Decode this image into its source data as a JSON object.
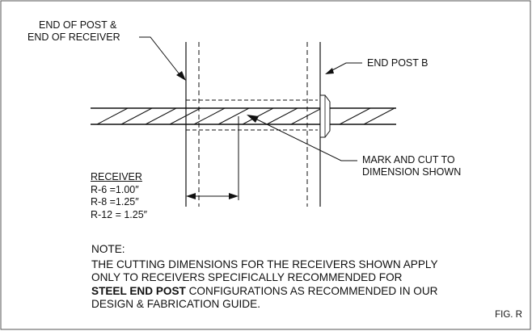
{
  "labels": {
    "end_of_post_line1": "END OF POST &",
    "end_of_post_line2": "END OF RECEIVER",
    "end_post_b": "END POST  B",
    "mark_cut_line1": "MARK AND CUT TO",
    "mark_cut_line2": "DIMENSION SHOWN"
  },
  "receiver_table": {
    "heading": "RECEIVER",
    "rows": [
      "R-6 =1.00″",
      "R-8 =1.25″",
      "R-12 = 1.25″"
    ]
  },
  "note": {
    "heading": "NOTE:",
    "line1": "THE CUTTING DIMENSIONS FOR THE RECEIVERS SHOWN APPLY",
    "line2": "ONLY TO RECEIVERS SPECIFICALLY RECOMMENDED FOR",
    "line3_bold": "STEEL END POST",
    "line3_rest": " CONFIGURATIONS AS RECOMMENDED IN OUR",
    "line4": "DESIGN & FABRICATION GUIDE."
  },
  "figure_label": "FIG. R"
}
